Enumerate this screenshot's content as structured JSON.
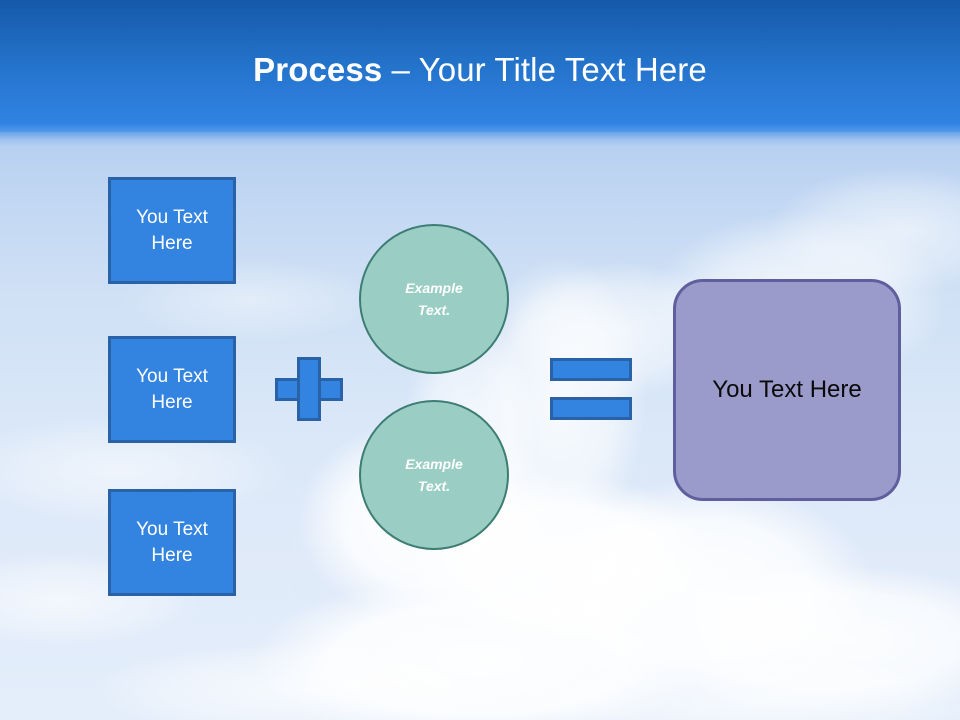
{
  "slide": {
    "title": {
      "strong": "Process",
      "rest": " – Your Title Text Here",
      "full": "Process – Your Title Text Here"
    },
    "theme": {
      "header_gradient_top": "#1559a9",
      "header_gradient_bottom": "#3185e4",
      "blue_fill": "#3384e0",
      "blue_border": "#2a62a8",
      "green_fill": "#9acec4",
      "green_border": "#3d7d74",
      "purple_fill": "#9a9acb",
      "purple_border": "#5f5f9e",
      "title_color": "#ffffff",
      "sky_color": "#cfe0f5"
    },
    "background": "cloud-sky-photo"
  },
  "inputs": {
    "boxes": [
      {
        "label": "You Text\nHere",
        "line1": "You Text",
        "line2": "Here"
      },
      {
        "label": "You Text\nHere",
        "line1": "You Text",
        "line2": "Here"
      },
      {
        "label": "You Text\nHere",
        "line1": "You Text",
        "line2": "Here"
      }
    ]
  },
  "operators": {
    "plus": "+",
    "equals": "="
  },
  "circles": [
    {
      "line1": "Example",
      "line2": "Text."
    },
    {
      "line1": "Example",
      "line2": "Text."
    }
  ],
  "result": {
    "label": "You Text Here"
  }
}
